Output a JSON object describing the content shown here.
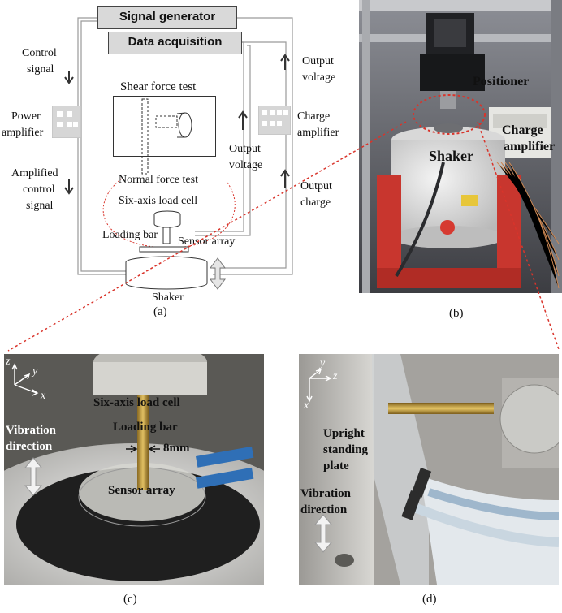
{
  "panel_a": {
    "signal_generator": "Signal generator",
    "data_acquisition": "Data acquisition",
    "control_signal": [
      "Control",
      "signal"
    ],
    "power_amplifier": [
      "Power",
      "amplifier"
    ],
    "amplified_control_signal": [
      "Amplified",
      "control",
      "signal"
    ],
    "output_voltage_top": [
      "Output",
      "voltage"
    ],
    "charge_amplifier": [
      "Charge",
      "amplifier"
    ],
    "output_voltage_mid": [
      "Output",
      "voltage"
    ],
    "output_charge": [
      "Output",
      "charge"
    ],
    "shear_force_test": "Shear force test",
    "normal_force_test": "Normal force test",
    "six_axis_load_cell": "Six-axis load cell",
    "loading_bar": "Loading bar",
    "sensor_array": "Sensor array",
    "shaker": "Shaker",
    "caption": "(a)"
  },
  "panel_b": {
    "positioner": "Positioner",
    "charge_amplifier": [
      "Charge",
      "amplifier"
    ],
    "shaker": "Shaker",
    "caption": "(b)"
  },
  "panel_c": {
    "axis_z": "z",
    "axis_y": "y",
    "axis_x": "x",
    "six_axis_load_cell": "Six-axis load cell",
    "loading_bar": "Loading bar",
    "vibration_direction": [
      "Vibration",
      "direction"
    ],
    "dimension": "8mm",
    "sensor_array": "Sensor array",
    "caption": "(c)"
  },
  "panel_d": {
    "axis_y": "y",
    "axis_z": "z",
    "axis_x": "x",
    "upright_plate": [
      "Upright",
      "standing",
      "plate"
    ],
    "vibration_direction": [
      "Vibration",
      "direction"
    ],
    "caption": "(d)"
  },
  "colors": {
    "connector_blue": "#2f6fb6",
    "shaker_red": "#c8362e",
    "dotted_red": "#d9342b"
  }
}
